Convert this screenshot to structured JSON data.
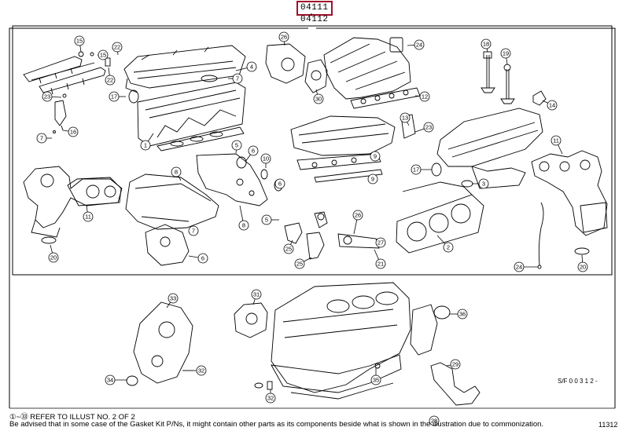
{
  "header": {
    "main_code": "04111",
    "sub_code": "04112"
  },
  "callouts": [
    {
      "id": "c1",
      "label": "15"
    },
    {
      "id": "c2",
      "label": "22"
    },
    {
      "id": "c3",
      "label": "15"
    },
    {
      "id": "c4",
      "label": "22"
    },
    {
      "id": "c5",
      "label": "4"
    },
    {
      "id": "c6",
      "label": "7"
    },
    {
      "id": "c7",
      "label": "17"
    },
    {
      "id": "c8",
      "label": "1"
    },
    {
      "id": "c9",
      "label": "23"
    },
    {
      "id": "c10",
      "label": "16"
    },
    {
      "id": "c11",
      "label": "7"
    },
    {
      "id": "c12",
      "label": "26"
    },
    {
      "id": "c13",
      "label": "24"
    },
    {
      "id": "c14",
      "label": "30"
    },
    {
      "id": "c15",
      "label": "12"
    },
    {
      "id": "c16",
      "label": "18"
    },
    {
      "id": "c17",
      "label": "19"
    },
    {
      "id": "c18",
      "label": "14"
    },
    {
      "id": "c19",
      "label": "5"
    },
    {
      "id": "c20",
      "label": "6"
    },
    {
      "id": "c21",
      "label": "10"
    },
    {
      "id": "c22",
      "label": "23"
    },
    {
      "id": "c23",
      "label": "13"
    },
    {
      "id": "c24",
      "label": "9"
    },
    {
      "id": "c25",
      "label": "11"
    },
    {
      "id": "c26",
      "label": "17"
    },
    {
      "id": "c27",
      "label": "3"
    },
    {
      "id": "c28",
      "label": "6"
    },
    {
      "id": "c29",
      "label": "8"
    },
    {
      "id": "c30",
      "label": "11"
    },
    {
      "id": "c31",
      "label": "20"
    },
    {
      "id": "c32",
      "label": "8"
    },
    {
      "id": "c33",
      "label": "7"
    },
    {
      "id": "c34",
      "label": "9"
    },
    {
      "id": "c35",
      "label": "6"
    },
    {
      "id": "c36",
      "label": "5"
    },
    {
      "id": "c37",
      "label": "26"
    },
    {
      "id": "c38",
      "label": "25"
    },
    {
      "id": "c39",
      "label": "27"
    },
    {
      "id": "c40",
      "label": "21"
    },
    {
      "id": "c41",
      "label": "25"
    },
    {
      "id": "c42",
      "label": "2"
    },
    {
      "id": "c43",
      "label": "24"
    },
    {
      "id": "c44",
      "label": "20"
    },
    {
      "id": "c45",
      "label": "33"
    },
    {
      "id": "c46",
      "label": "31"
    },
    {
      "id": "c47",
      "label": "34"
    },
    {
      "id": "c48",
      "label": "32"
    },
    {
      "id": "c49",
      "label": "36"
    },
    {
      "id": "c50",
      "label": "35"
    },
    {
      "id": "c51",
      "label": "29"
    },
    {
      "id": "c52",
      "label": "32"
    },
    {
      "id": "c53",
      "label": "28"
    }
  ],
  "sheet_code": "S/F 0 0 3 1 2 -",
  "footer": {
    "reference": "①~㉝ REFER TO ILLUST NO. 2 OF 2",
    "note": "Be advised that in some case of the Gasket Kit P/Ns, it might contain other parts as its components beside what is shown in the illustration due to commonization.",
    "illust_id": "11312"
  }
}
